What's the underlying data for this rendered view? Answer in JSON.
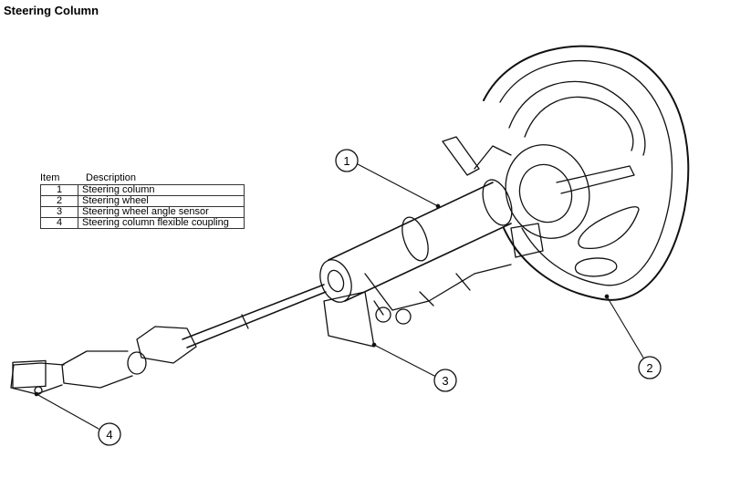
{
  "title": "Steering Column",
  "legend": {
    "headers": {
      "item": "Item",
      "description": "Description"
    },
    "rows": [
      {
        "item": "1",
        "description": "Steering column"
      },
      {
        "item": "2",
        "description": "Steering wheel"
      },
      {
        "item": "3",
        "description": "Steering wheel angle sensor"
      },
      {
        "item": "4",
        "description": "Steering column flexible coupling"
      }
    ]
  },
  "callouts": [
    "1",
    "2",
    "3",
    "4"
  ]
}
